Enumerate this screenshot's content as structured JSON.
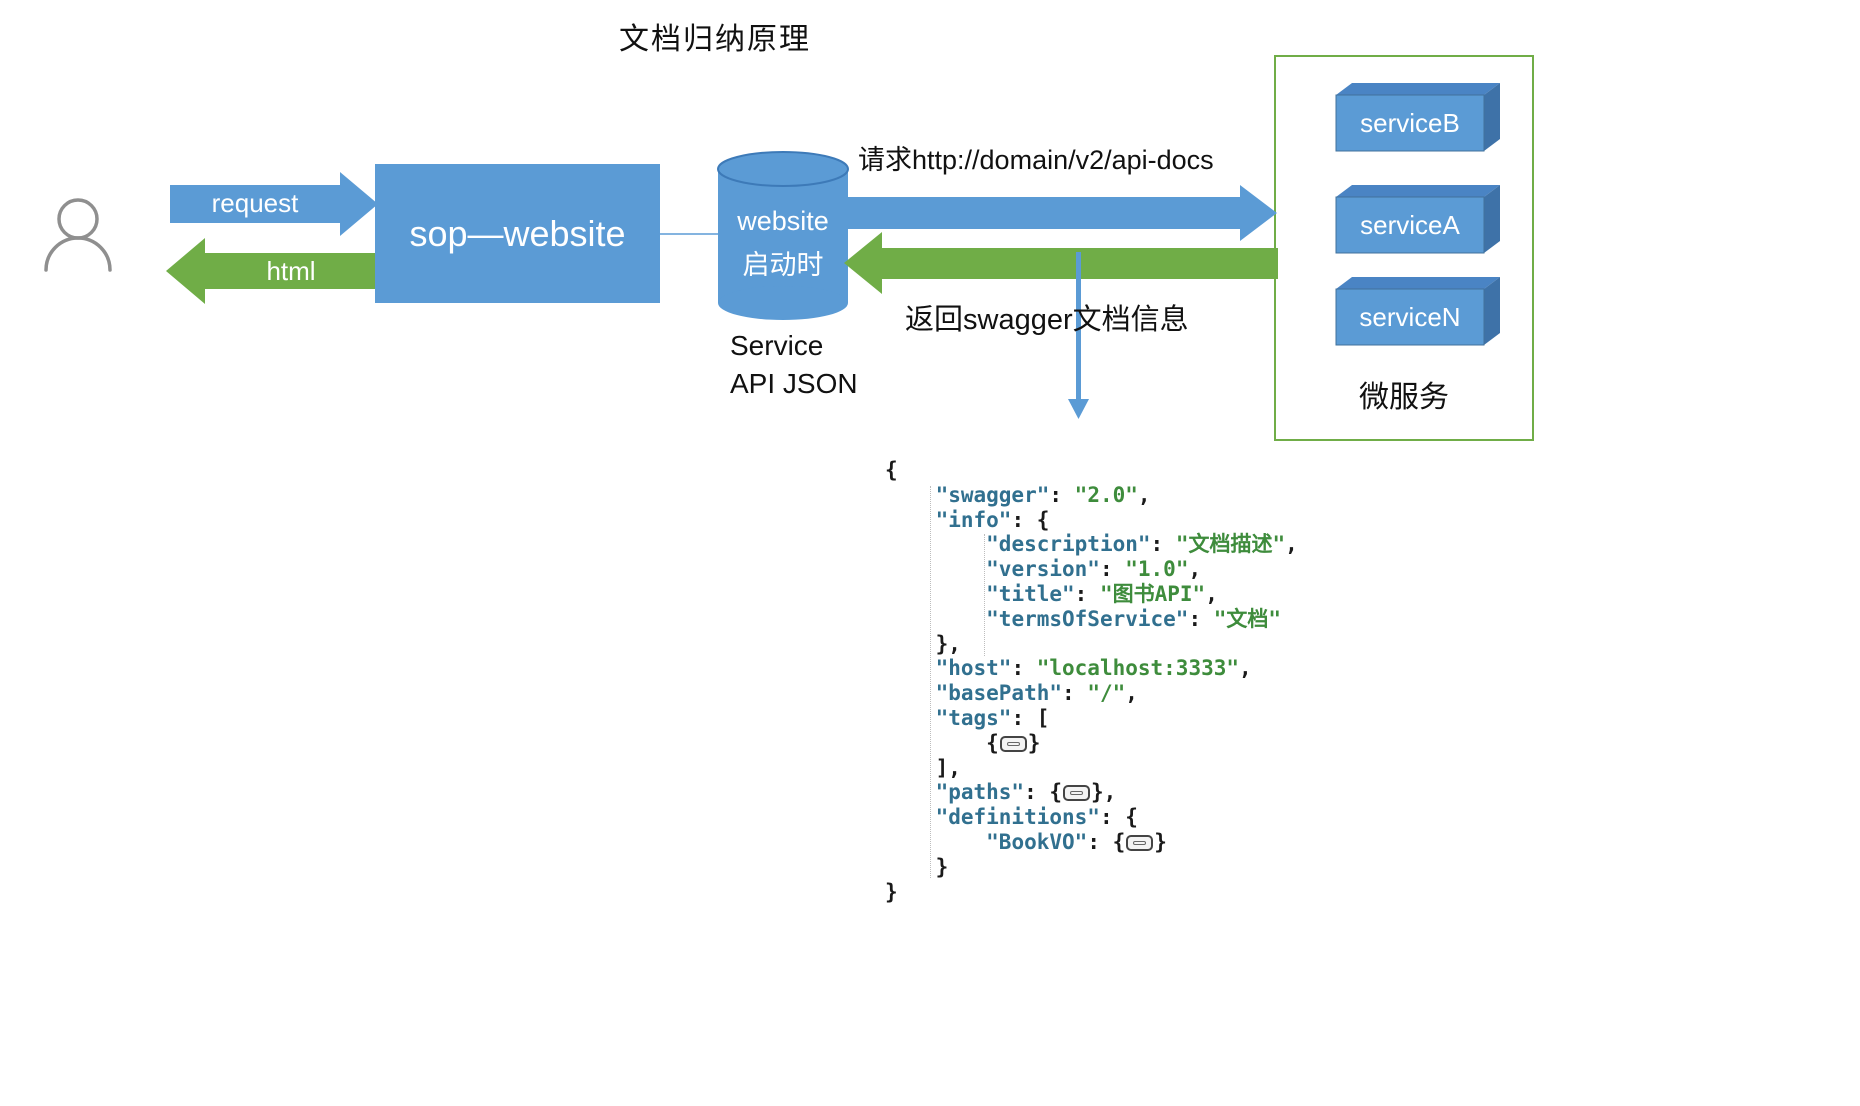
{
  "title": "文档归纳原理",
  "colors": {
    "arrow_blue": "#5B9BD5",
    "arrow_green": "#70AD47",
    "box_blue": "#5B9BD5",
    "box_blue_dark": "#41719C",
    "services_border_green": "#70AD47",
    "json_key_color": "#31708F",
    "json_value_color": "#3E8C3C"
  },
  "left_flow": {
    "request_label": "request",
    "html_label": "html",
    "sop_website_label": "sop—website"
  },
  "cylinder": {
    "line1": "website",
    "line2": "启动时",
    "caption_line1": "Service",
    "caption_line2": "API JSON"
  },
  "right_flow": {
    "request_docs_label": "请求http://domain/v2/api-docs",
    "return_swagger_label": "返回swagger文档信息"
  },
  "services": {
    "caption": "微服务",
    "items": [
      "serviceB",
      "serviceA",
      "serviceN"
    ]
  },
  "json_code": {
    "lines": [
      [
        {
          "t": "p",
          "s": "{"
        }
      ],
      [
        {
          "t": "p",
          "s": "    "
        },
        {
          "t": "k",
          "s": "\"swagger\""
        },
        {
          "t": "p",
          "s": ": "
        },
        {
          "t": "v",
          "s": "\"2.0\""
        },
        {
          "t": "p",
          "s": ","
        }
      ],
      [
        {
          "t": "p",
          "s": "    "
        },
        {
          "t": "k",
          "s": "\"info\""
        },
        {
          "t": "p",
          "s": ": {"
        }
      ],
      [
        {
          "t": "p",
          "s": "        "
        },
        {
          "t": "k",
          "s": "\"description\""
        },
        {
          "t": "p",
          "s": ": "
        },
        {
          "t": "v",
          "s": "\"文档描述\""
        },
        {
          "t": "p",
          "s": ","
        }
      ],
      [
        {
          "t": "p",
          "s": "        "
        },
        {
          "t": "k",
          "s": "\"version\""
        },
        {
          "t": "p",
          "s": ": "
        },
        {
          "t": "v",
          "s": "\"1.0\""
        },
        {
          "t": "p",
          "s": ","
        }
      ],
      [
        {
          "t": "p",
          "s": "        "
        },
        {
          "t": "k",
          "s": "\"title\""
        },
        {
          "t": "p",
          "s": ": "
        },
        {
          "t": "v",
          "s": "\"图书API\""
        },
        {
          "t": "p",
          "s": ","
        }
      ],
      [
        {
          "t": "p",
          "s": "        "
        },
        {
          "t": "k",
          "s": "\"termsOfService\""
        },
        {
          "t": "p",
          "s": ": "
        },
        {
          "t": "v",
          "s": "\"文档\""
        }
      ],
      [
        {
          "t": "p",
          "s": "    },"
        }
      ],
      [
        {
          "t": "p",
          "s": "    "
        },
        {
          "t": "k",
          "s": "\"host\""
        },
        {
          "t": "p",
          "s": ": "
        },
        {
          "t": "v",
          "s": "\"localhost:3333\""
        },
        {
          "t": "p",
          "s": ","
        }
      ],
      [
        {
          "t": "p",
          "s": "    "
        },
        {
          "t": "k",
          "s": "\"basePath\""
        },
        {
          "t": "p",
          "s": ": "
        },
        {
          "t": "v",
          "s": "\"/\""
        },
        {
          "t": "p",
          "s": ","
        }
      ],
      [
        {
          "t": "p",
          "s": "    "
        },
        {
          "t": "k",
          "s": "\"tags\""
        },
        {
          "t": "p",
          "s": ": ["
        }
      ],
      [
        {
          "t": "p",
          "s": "        {"
        },
        {
          "t": "b",
          "s": ""
        },
        {
          "t": "p",
          "s": "}"
        }
      ],
      [
        {
          "t": "p",
          "s": "    ],"
        }
      ],
      [
        {
          "t": "p",
          "s": "    "
        },
        {
          "t": "k",
          "s": "\"paths\""
        },
        {
          "t": "p",
          "s": ": {"
        },
        {
          "t": "b",
          "s": ""
        },
        {
          "t": "p",
          "s": "},"
        }
      ],
      [
        {
          "t": "p",
          "s": "    "
        },
        {
          "t": "k",
          "s": "\"definitions\""
        },
        {
          "t": "p",
          "s": ": {"
        }
      ],
      [
        {
          "t": "p",
          "s": "        "
        },
        {
          "t": "k",
          "s": "\"BookVO\""
        },
        {
          "t": "p",
          "s": ": {"
        },
        {
          "t": "b",
          "s": ""
        },
        {
          "t": "p",
          "s": "}"
        }
      ],
      [
        {
          "t": "p",
          "s": "    }"
        }
      ],
      [
        {
          "t": "p",
          "s": "}"
        }
      ]
    ]
  }
}
